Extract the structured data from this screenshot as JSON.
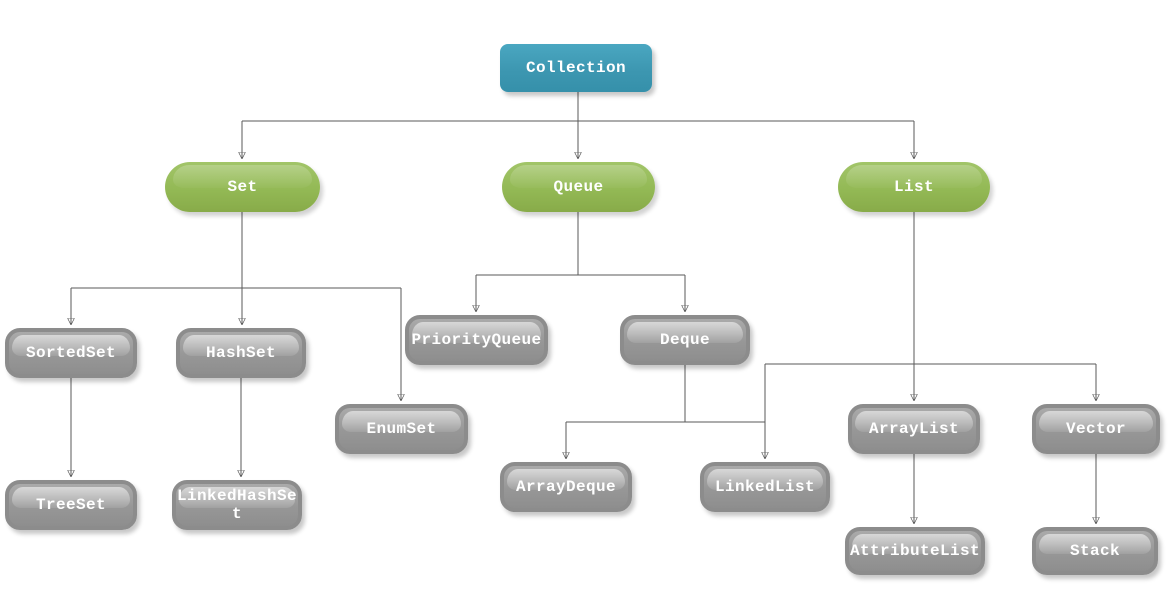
{
  "diagram_type": "tree-hierarchy",
  "colors": {
    "root_fill": "#3f9db8",
    "branch_fill": "#94ba56",
    "leaf_fill": "#9a9a9a",
    "connector": "#5a5a5a",
    "arrowhead": "#4a4a4a",
    "label_text": "#ffffff",
    "background": "#ffffff"
  },
  "nodes": [
    {
      "id": "collection",
      "label": "Collection",
      "type": "root"
    },
    {
      "id": "set",
      "label": "Set",
      "type": "branch"
    },
    {
      "id": "queue",
      "label": "Queue",
      "type": "branch"
    },
    {
      "id": "list",
      "label": "List",
      "type": "branch"
    },
    {
      "id": "sortedset",
      "label": "SortedSet",
      "type": "leaf"
    },
    {
      "id": "hashset",
      "label": "HashSet",
      "type": "leaf"
    },
    {
      "id": "priorityqueue",
      "label": "PriorityQueue",
      "type": "leaf"
    },
    {
      "id": "deque",
      "label": "Deque",
      "type": "leaf"
    },
    {
      "id": "enumset",
      "label": "EnumSet",
      "type": "leaf"
    },
    {
      "id": "treeset",
      "label": "TreeSet",
      "type": "leaf"
    },
    {
      "id": "linkedhashset",
      "label": "LinkedHashSet",
      "type": "leaf"
    },
    {
      "id": "arraydeque",
      "label": "ArrayDeque",
      "type": "leaf"
    },
    {
      "id": "linkedlist",
      "label": "LinkedList",
      "type": "leaf"
    },
    {
      "id": "arraylist",
      "label": "ArrayList",
      "type": "leaf"
    },
    {
      "id": "vector",
      "label": "Vector",
      "type": "leaf"
    },
    {
      "id": "attributelist",
      "label": "AttributeList",
      "type": "leaf"
    },
    {
      "id": "stack",
      "label": "Stack",
      "type": "leaf"
    }
  ],
  "edges": [
    {
      "from": "Collection",
      "to": "Set"
    },
    {
      "from": "Collection",
      "to": "Queue"
    },
    {
      "from": "Collection",
      "to": "List"
    },
    {
      "from": "Set",
      "to": "SortedSet"
    },
    {
      "from": "Set",
      "to": "HashSet"
    },
    {
      "from": "Set",
      "to": "EnumSet"
    },
    {
      "from": "Queue",
      "to": "PriorityQueue"
    },
    {
      "from": "Queue",
      "to": "Deque"
    },
    {
      "from": "List",
      "to": "ArrayList"
    },
    {
      "from": "List",
      "to": "Vector"
    },
    {
      "from": "List",
      "to": "LinkedList"
    },
    {
      "from": "Deque",
      "to": "ArrayDeque"
    },
    {
      "from": "Deque",
      "to": "LinkedList"
    },
    {
      "from": "SortedSet",
      "to": "TreeSet"
    },
    {
      "from": "HashSet",
      "to": "LinkedHashSet"
    },
    {
      "from": "ArrayList",
      "to": "AttributeList"
    },
    {
      "from": "Vector",
      "to": "Stack"
    }
  ]
}
